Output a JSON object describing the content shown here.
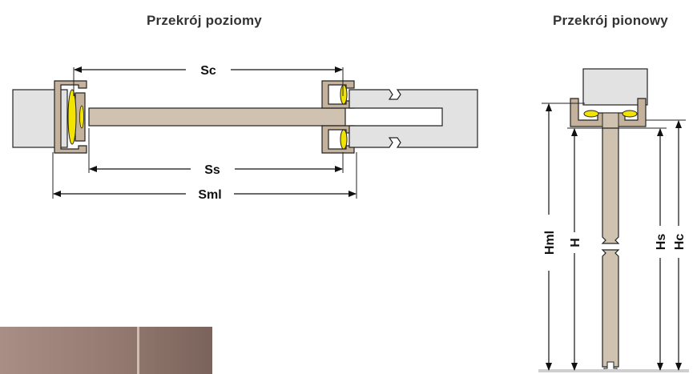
{
  "titles": {
    "horizontal": "Przekrój poziomy",
    "vertical": "Przekrój pionowy"
  },
  "dimensions": {
    "horizontal": {
      "sc": "Sc",
      "ss": "Ss",
      "sml": "Sml"
    },
    "vertical": {
      "hml": "Hml",
      "h": "H",
      "hs": "Hs",
      "hc": "Hc"
    }
  },
  "colors": {
    "door_leaf": "#cfc2b0",
    "frame": "#c4b29d",
    "wall": "#e2e2e2",
    "seal": "#f2e400",
    "line": "#111111"
  }
}
